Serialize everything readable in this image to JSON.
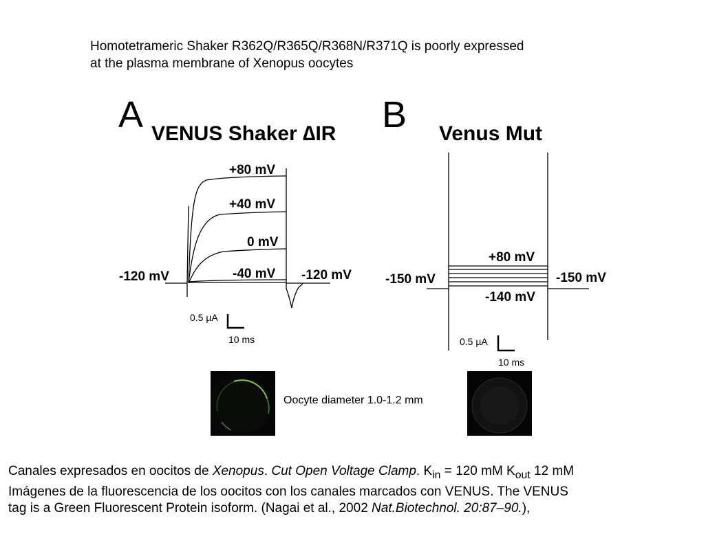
{
  "header": {
    "title_line_1": "Homotetrameric Shaker R362Q/R365Q/R368N/R371Q  is poorly expressed",
    "title_line_2": "at the plasma membrane of Xenopus oocytes"
  },
  "panel_a": {
    "letter": "A",
    "title": "VENUS Shaker ∆IR",
    "labels": {
      "v80": "+80 mV",
      "v40": "+40 mV",
      "v0": "0 mV",
      "vm40": "-40 mV",
      "hold_left": "-120 mV",
      "hold_right": "-120 mV"
    },
    "scale": {
      "current": "0.5 µA",
      "time": "10 ms"
    },
    "image_name": "oocyte fluorescence image"
  },
  "panel_b": {
    "letter": "B",
    "title": "Venus Mut",
    "labels": {
      "v80": "+80 mV",
      "vm140": "-140 mV",
      "hold_left": "-150 mV",
      "hold_right": "-150 mV"
    },
    "scale": {
      "current": "0.5 µA",
      "time": "10 ms"
    },
    "image_name": "oocyte fluorescence image"
  },
  "oocyte_note": "Oocyte diameter 1.0-1.2 mm",
  "caption": {
    "l1_a": "Canales expresados en oocitos de ",
    "l1_b": "Xenopus",
    "l1_c": ". ",
    "l1_d": "Cut Open Voltage Clamp",
    "l1_e": ". K",
    "l1_f": "in",
    "l1_g": " = 120 mM K",
    "l1_h": "out",
    "l1_i": " 12 mM",
    "l2": "Imágenes de la fluorescencia de los oocitos con los canales marcados con VENUS. The VENUS",
    "l3_a": "tag is a Green Fluorescent Protein isoform. (Nagai et al., 2002 ",
    "l3_b": "Nat.Biotechnol. 20:87–90.",
    "l3_c": "),"
  },
  "colors": {
    "trace": "#000000",
    "membrane": "#7fc832",
    "photo_bg": "#000000"
  }
}
